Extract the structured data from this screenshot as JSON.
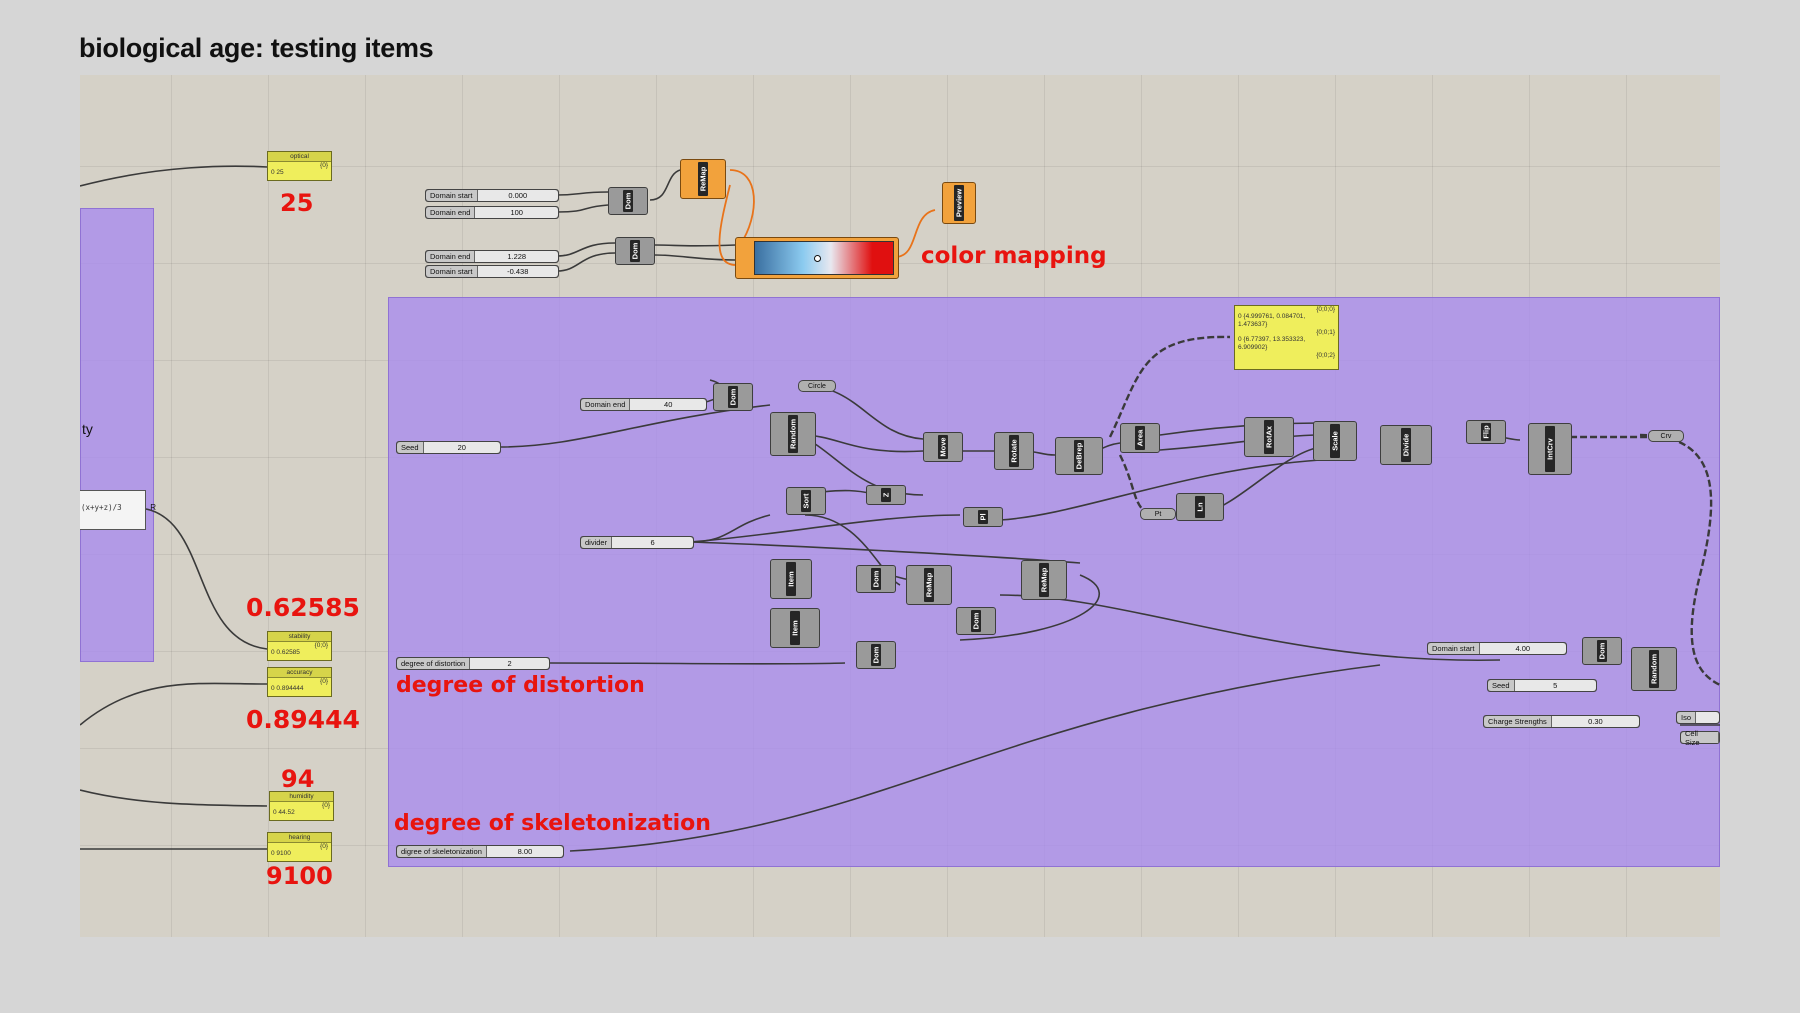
{
  "title": "biological age: testing items",
  "annotations": {
    "optical_value": "25",
    "stability_value": "0.62585",
    "accuracy_value": "0.89444",
    "humidity_value": "94",
    "hearing_value": "9100",
    "color_mapping": "color mapping",
    "degree_of_distortion": "degree of distortion",
    "degree_of_skeletonization": "degree of skeletonization"
  },
  "left_group": {
    "partial_label": "ty",
    "expression": "(x+y+z)/3",
    "output": "R"
  },
  "panels": {
    "optical": {
      "header": "optical",
      "index": "{0}",
      "value": "0 25"
    },
    "stability": {
      "header": "stability",
      "index": "{0;0}",
      "value": "0 0.62585"
    },
    "accuracy": {
      "header": "accuracy",
      "index": "{0}",
      "value": "0 0.894444"
    },
    "humidity": {
      "header": "humidity",
      "index": "{0}",
      "value": "0 44.52"
    },
    "hearing": {
      "header": "hearing",
      "index": "{0}",
      "value": "0 9100"
    },
    "points": {
      "index1": "{0;0;0}",
      "line1": "0 {4.999761, 0.084701, 1.473637}",
      "index2": "{0;0;1}",
      "line2": "0 {6.77397, 13.353323, 6.909902}",
      "index3": "{0;0;2}"
    }
  },
  "sliders": {
    "domain_start_1": {
      "label": "Domain start",
      "value": "0.000"
    },
    "domain_end_1": {
      "label": "Domain end",
      "value": "100"
    },
    "domain_end_2": {
      "label": "Domain end",
      "value": "1.228"
    },
    "domain_start_2": {
      "label": "Domain start",
      "value": "-0.438"
    },
    "domain_end_3": {
      "label": "Domain end",
      "value": "40"
    },
    "seed_1": {
      "label": "Seed",
      "value": "20"
    },
    "divider": {
      "label": "divider",
      "value": "6"
    },
    "distortion": {
      "label": "degree of distortion",
      "value": "2"
    },
    "skeletonization": {
      "label": "digree of skeletonization",
      "value": "8.00"
    },
    "domain_start_3": {
      "label": "Domain start",
      "value": "4.00"
    },
    "seed_2": {
      "label": "Seed",
      "value": "5"
    },
    "charge_strengths": {
      "label": "Charge Strengths",
      "value": "0.30"
    },
    "iso": {
      "label": "Iso",
      "value": ""
    },
    "cell_size": {
      "label": "Cell Size",
      "value": ""
    }
  },
  "components": {
    "dom": "Dom",
    "remap": "ReMap",
    "preview": "Preview",
    "random": "Random",
    "sort": "Sort",
    "z": "Z",
    "item": "Item",
    "move": "Move",
    "rotate": "Rotate",
    "debrep": "DeBrep",
    "area": "Area",
    "pl": "Pl",
    "ln": "Ln",
    "pt": "Pt",
    "rotax": "RotAx",
    "scale": "Scale",
    "divide": "Divide",
    "flip": "Flip",
    "intcrv": "IntCrv",
    "circle": "Circle",
    "crv": "Crv"
  },
  "colors": {
    "group_fill": "#a88aee",
    "annotation_red": "#e8140f",
    "panel_yellow": "#efee5c",
    "canvas": "#d5d1c7",
    "gradient_left": "#4fb3e8",
    "gradient_right": "#e01010"
  }
}
